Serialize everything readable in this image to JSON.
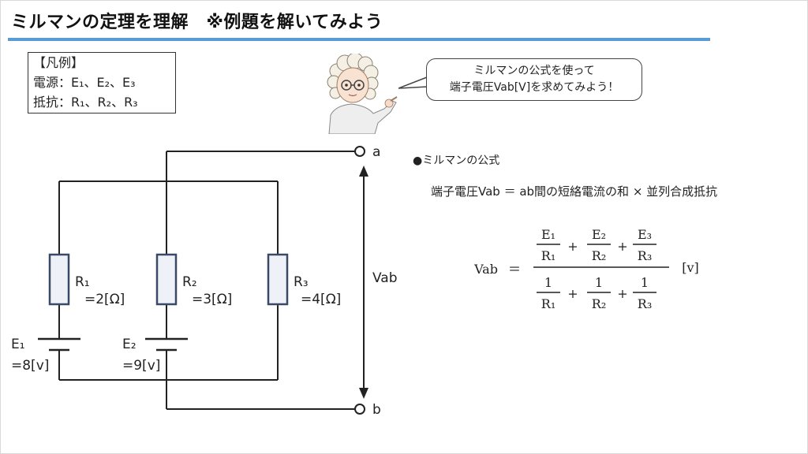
{
  "title": "ミルマンの定理を理解　※例題を解いてみよう",
  "legend": {
    "heading": "【凡例】",
    "line1": "電源：E₁、E₂、E₃",
    "line2": "抵抗：R₁、R₂、R₃"
  },
  "speech": {
    "line1": "ミルマンの公式を使って",
    "line2": "端子電圧Vab[V]を求めてみよう！"
  },
  "circuit": {
    "terminal_a": "a",
    "terminal_b": "b",
    "vab_label": "Vab",
    "r1_name": "R₁",
    "r1_value": "=2[Ω]",
    "r2_name": "R₂",
    "r2_value": "=3[Ω]",
    "r3_name": "R₃",
    "r3_value": "=4[Ω]",
    "e1_name": "E₁",
    "e1_value": "=8[v]",
    "e2_name": "E₂",
    "e2_value": "=9[v]"
  },
  "formula": {
    "heading": "●ミルマンの公式",
    "statement": "端子電圧Vab ＝ ab間の短絡電流の和 × 並列合成抵抗",
    "lhs": "Vab",
    "equals": "＝",
    "plus": "+",
    "num_1": "E₁",
    "num_2": "E₂",
    "num_3": "E₃",
    "den_r1": "R₁",
    "den_r2": "R₂",
    "den_r3": "R₃",
    "one": "1",
    "unit": "[v]"
  }
}
